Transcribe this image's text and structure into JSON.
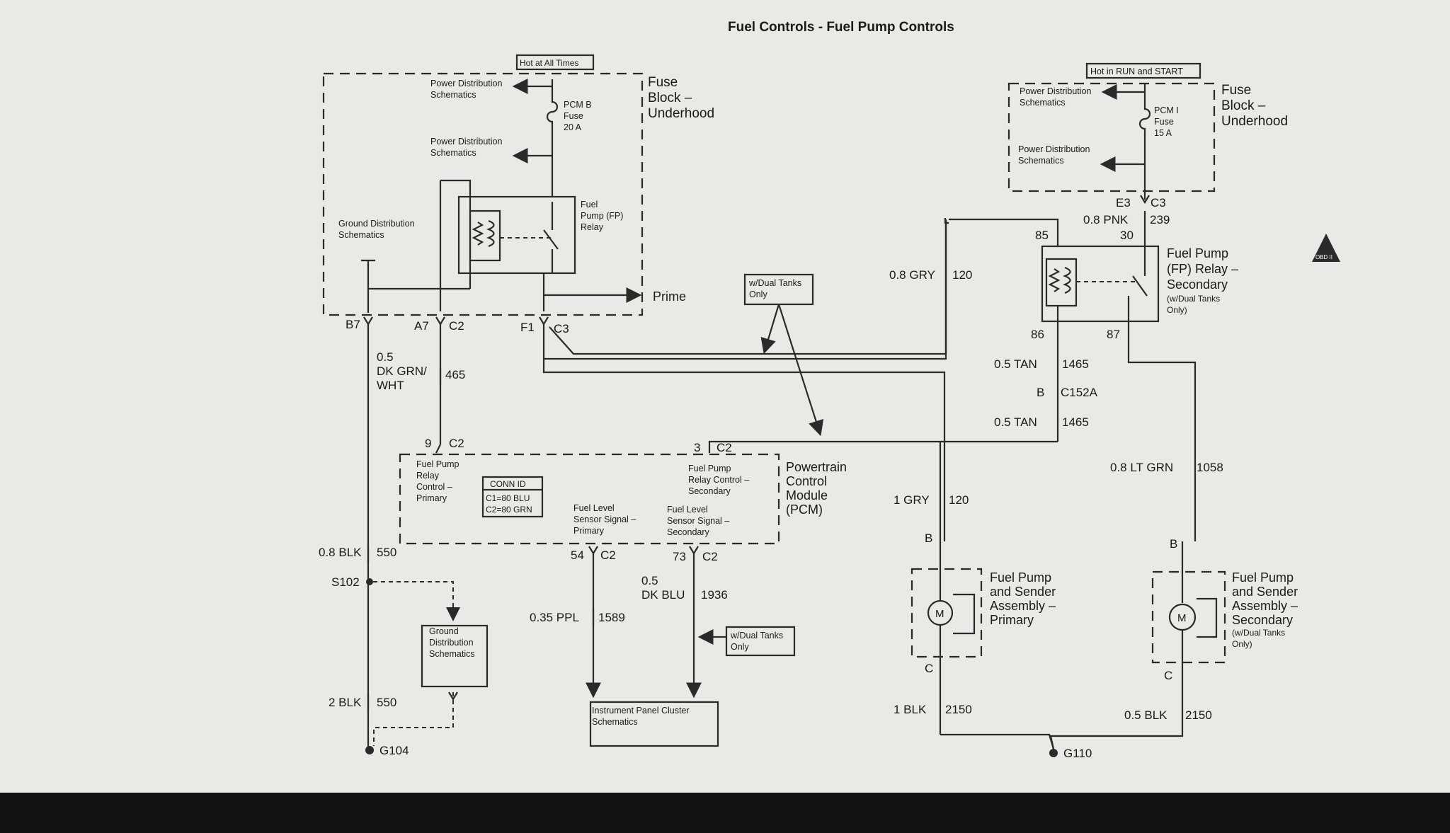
{
  "title": "Fuel Controls - Fuel Pump Controls",
  "left_fuse_block": {
    "tag": "Hot at All Times",
    "pds_1": [
      "Power Distribution",
      "Schematics"
    ],
    "pds_2": [
      "Power Distribution",
      "Schematics"
    ],
    "fuse": [
      "PCM B",
      "Fuse",
      "20 A"
    ],
    "block_label": [
      "Fuse",
      "Block –",
      "Underhood"
    ],
    "relay": [
      "Fuel",
      "Pump (FP)",
      "Relay"
    ],
    "ground": [
      "Ground Distribution",
      "Schematics"
    ],
    "prime": "Prime"
  },
  "right_fuse_block": {
    "tag": "Hot in RUN and START",
    "pds_1": [
      "Power Distribution",
      "Schematics"
    ],
    "pds_2": [
      "Power Distribution",
      "Schematics"
    ],
    "fuse": [
      "PCM I",
      "Fuse",
      "15 A"
    ],
    "block_label": [
      "Fuse",
      "Block –",
      "Underhood"
    ]
  },
  "connectors": {
    "b7": "B7",
    "a7": "A7",
    "c2_a": "C2",
    "f1": "F1",
    "c3_a": "C3",
    "e3": "E3",
    "c3_b": "C3",
    "pin85": "85",
    "pin30": "30",
    "pin86": "86",
    "pin87": "87",
    "b_c152a": "B",
    "c152a": "C152A",
    "pin9": "9",
    "c2_b": "C2",
    "pin3": "3",
    "c2_c": "C2",
    "pin54": "54",
    "c2_d": "C2",
    "pin73": "73",
    "c2_e": "C2",
    "b_primary": "B",
    "c_primary": "C",
    "b_secondary": "B",
    "c_secondary": "C"
  },
  "wires": {
    "pnk_gauge": "0.8 PNK",
    "pnk_circuit": "239",
    "gry_gauge": "0.8 GRY",
    "gry_circuit": "120",
    "dkgrn_gauge": [
      "0.5",
      "DK GRN/",
      "WHT"
    ],
    "dkgrn_circuit": "465",
    "tan1_gauge": "0.5 TAN",
    "tan1_circuit": "1465",
    "tan2_gauge": "0.5 TAN",
    "tan2_circuit": "1465",
    "ltgrn_gauge": "0.8 LT GRN",
    "ltgrn_circuit": "1058",
    "gry1_gauge": "1 GRY",
    "gry1_circuit": "120",
    "blk08_gauge": "0.8 BLK",
    "blk08_circuit": "550",
    "ppl_gauge": "0.35 PPL",
    "ppl_circuit": "1589",
    "dkblu_gauge": [
      "0.5",
      "DK BLU"
    ],
    "dkblu_circuit": "1936",
    "blk2_gauge": "2 BLK",
    "blk2_circuit": "550",
    "blk1_gauge": "1 BLK",
    "blk1_circuit": "2150",
    "blk05_gauge": "0.5 BLK",
    "blk05_circuit": "2150"
  },
  "fp_relay_secondary": [
    "Fuel Pump",
    "(FP) Relay –",
    "Secondary",
    "(w/Dual Tanks",
    "Only)"
  ],
  "dual_tanks_note_1": [
    "w/Dual Tanks",
    "Only"
  ],
  "dual_tanks_note_2": [
    "w/Dual Tanks",
    "Only"
  ],
  "pcm": {
    "label": [
      "Powertrain",
      "Control",
      "Module",
      "(PCM)"
    ],
    "fp_primary": [
      "Fuel Pump",
      "Relay",
      "Control –",
      "Primary"
    ],
    "fp_secondary": [
      "Fuel Pump",
      "Relay Control –",
      "Secondary"
    ],
    "conn_id": [
      "CONN ID",
      "C1=80 BLU",
      "C2=80 GRN"
    ],
    "fl_primary": [
      "Fuel Level",
      "Sensor Signal –",
      "Primary"
    ],
    "fl_secondary": [
      "Fuel Level",
      "Sensor Signal –",
      "Secondary"
    ]
  },
  "s102": "S102",
  "ground_dist": [
    "Ground",
    "Distribution",
    "Schematics"
  ],
  "ipc": [
    "Instrument Panel Cluster",
    "Schematics"
  ],
  "fp_primary_assy": [
    "Fuel Pump",
    "and Sender",
    "Assembly –",
    "Primary"
  ],
  "fp_secondary_assy": [
    "Fuel Pump",
    "and Sender",
    "Assembly –",
    "Secondary",
    "(w/Dual Tanks",
    "Only)"
  ],
  "motor": "M",
  "g104": "G104",
  "g110": "G110",
  "obd_badge": "OBD II"
}
